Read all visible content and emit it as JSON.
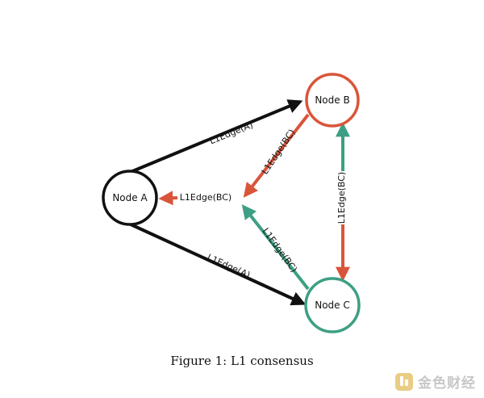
{
  "figure": {
    "caption": "Figure 1: L1 consensus"
  },
  "nodes": {
    "a": {
      "label": "Node A",
      "color": "#111111"
    },
    "b": {
      "label": "Node B",
      "color": "#d9553a"
    },
    "c": {
      "label": "Node C",
      "color": "#3d9f84"
    }
  },
  "edges": {
    "a_to_b": "L1Edge(A)",
    "a_to_c": "L1Edge(A)",
    "b_to_center": "L1Edge(BC)",
    "center_to_a": "L1Edge(BC)",
    "c_to_center": "L1Edge(BC)",
    "b_c": "L1Edge(BC)"
  },
  "colors": {
    "black": "#111111",
    "orange": "#d9553a",
    "teal": "#3d9f84"
  },
  "watermark": {
    "text": "金色财经",
    "icon": "jinse-logo-icon"
  }
}
